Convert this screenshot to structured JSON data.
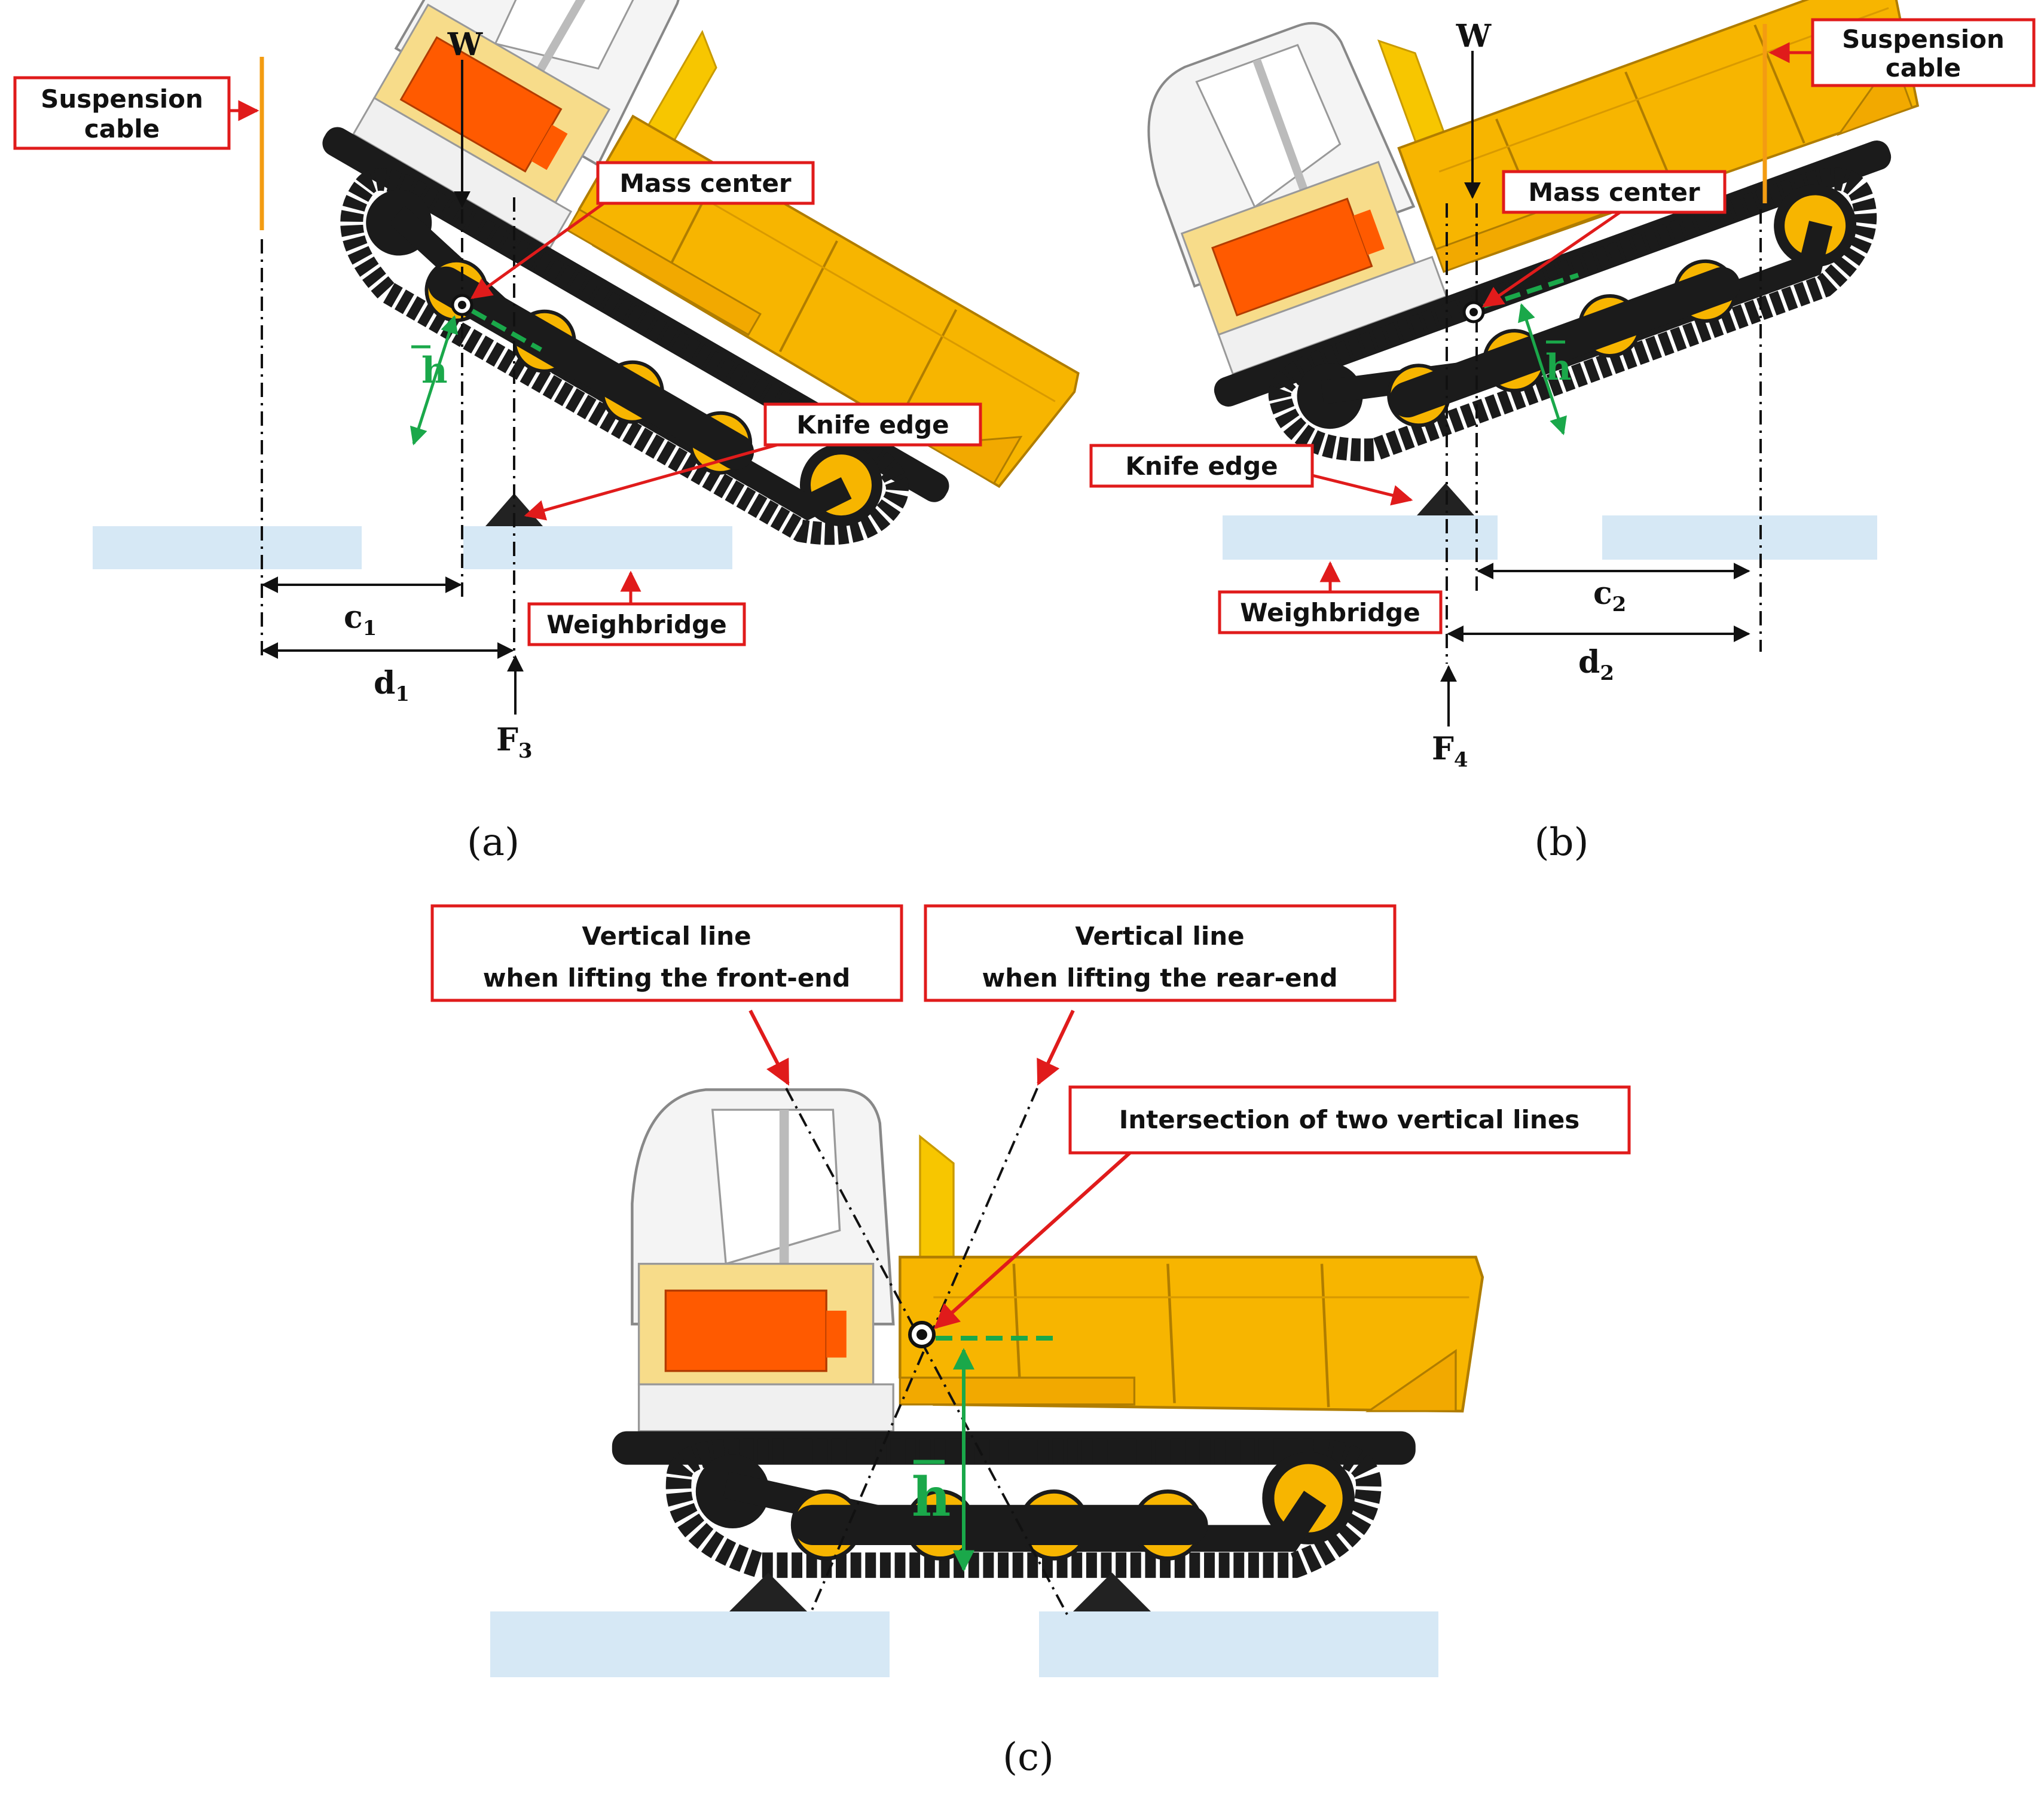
{
  "panels": [
    {
      "id": "a",
      "label": "(a)",
      "callouts": {
        "suspension_cable": [
          "Suspension",
          "cable"
        ],
        "mass_center": "Mass center",
        "knife_edge": "Knife edge",
        "weighbridge": "Weighbridge"
      },
      "symbols": {
        "w": "W",
        "c": "c",
        "c_sub": "1",
        "d": "d",
        "d_sub": "1",
        "f": "F",
        "f_sub": "3",
        "h": "h"
      }
    },
    {
      "id": "b",
      "label": "(b)",
      "callouts": {
        "suspension_cable": [
          "Suspension",
          "cable"
        ],
        "mass_center": "Mass center",
        "knife_edge": "Knife edge",
        "weighbridge": "Weighbridge"
      },
      "symbols": {
        "w": "W",
        "c": "c",
        "c_sub": "2",
        "d": "d",
        "d_sub": "2",
        "f": "F",
        "f_sub": "4",
        "h": "h"
      }
    },
    {
      "id": "c",
      "label": "(c)",
      "callouts": {
        "front_line": [
          "Vertical line",
          "when lifting the front-end"
        ],
        "rear_line": [
          "Vertical line",
          "when lifting the rear-end"
        ],
        "intersection": "Intersection of two vertical lines"
      },
      "symbols": {
        "h": "h"
      }
    }
  ],
  "colors": {
    "callout_border": "#e01b1b",
    "arrow": "#e01b1b",
    "body_yellow": "#f7b500",
    "track": "#1b1b1b",
    "engine": "#ff5a00",
    "cab": "#f2f2f2",
    "cable": "#f39c12",
    "platform": "#d6e8f5",
    "height_marker": "#1aa84a"
  }
}
